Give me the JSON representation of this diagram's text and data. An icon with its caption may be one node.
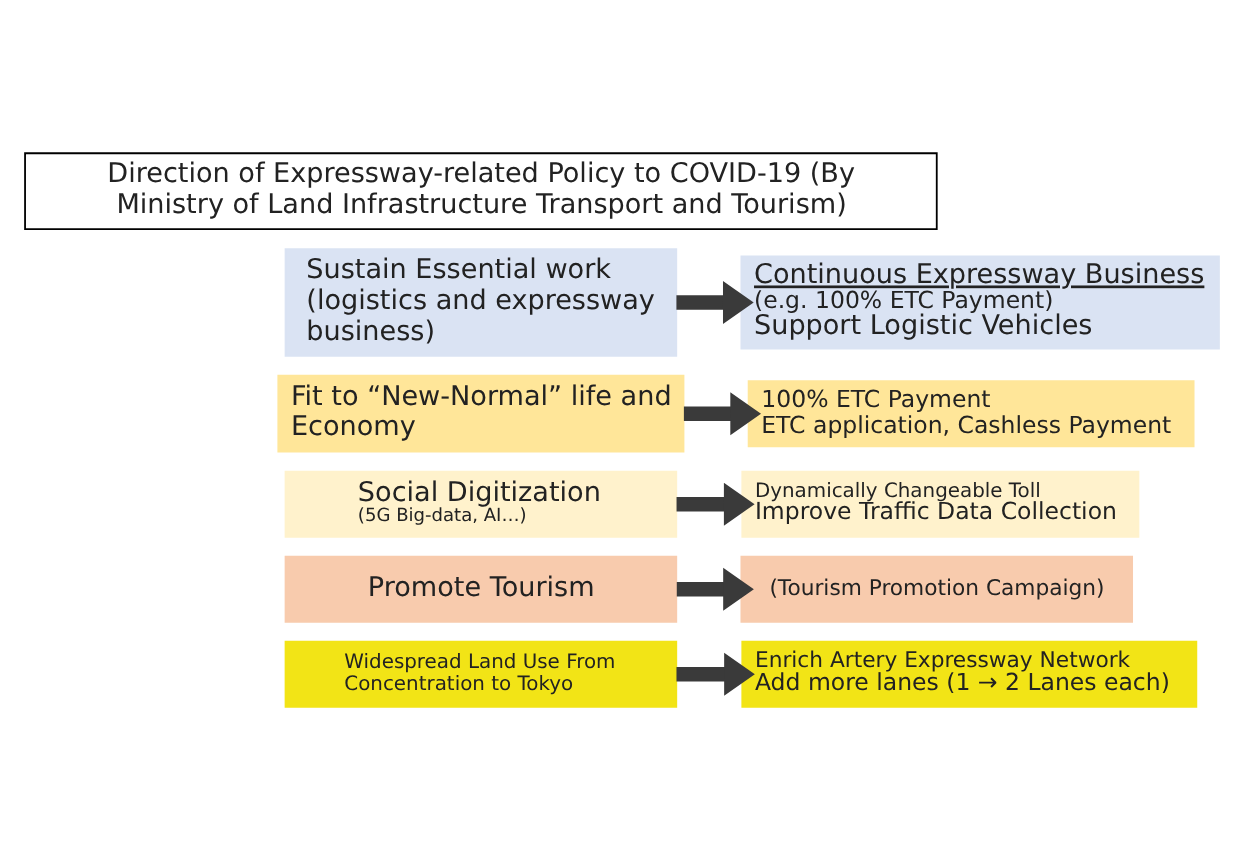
{
  "diagram": {
    "nodes": [
      {
        "text": [
          "Direction of Expressway-related Policy to COVID-19 (By Ministry of Land Infrastructure Transport and Tourism)"
        ]
      },
      {
        "text": [
          "Sustain Essential work (logistics and expressway business)"
        ]
      },
      {
        "text": [
          "Continuous Expressway Business",
          "(e.g. 100% ETC Payment)",
          "Support Logistic Vehicles"
        ]
      },
      {
        "text": [
          "Fit to “New-Normal” life and Economy"
        ]
      },
      {
        "text": [
          "100% ETC Payment",
          "ETC application, Cashless Payment"
        ]
      },
      {
        "text": [
          "Social Digitization",
          "(5G Big-data, AI…)"
        ]
      },
      {
        "text": [
          "Dynamically Changeable Toll",
          "Improve Traffic Data Collection"
        ]
      },
      {
        "text": [
          "Promote Tourism"
        ]
      },
      {
        "text": [
          "(Tourism Promotion Campaign)"
        ]
      },
      {
        "text": [
          "Widespread Land Use From Concentration to Tokyo"
        ]
      },
      {
        "text": [
          "Enrich Artery Expressway Network",
          "Add more lanes (1 → 2 Lanes each)"
        ]
      }
    ],
    "edges": [
      {
        "from": 1,
        "to": 2,
        "arrow": "to"
      },
      {
        "from": 3,
        "to": 4,
        "arrow": "to"
      },
      {
        "from": 5,
        "to": 6,
        "arrow": "to"
      },
      {
        "from": 7,
        "to": 8,
        "arrow": "to"
      },
      {
        "from": 9,
        "to": 10,
        "arrow": "to"
      }
    ]
  }
}
